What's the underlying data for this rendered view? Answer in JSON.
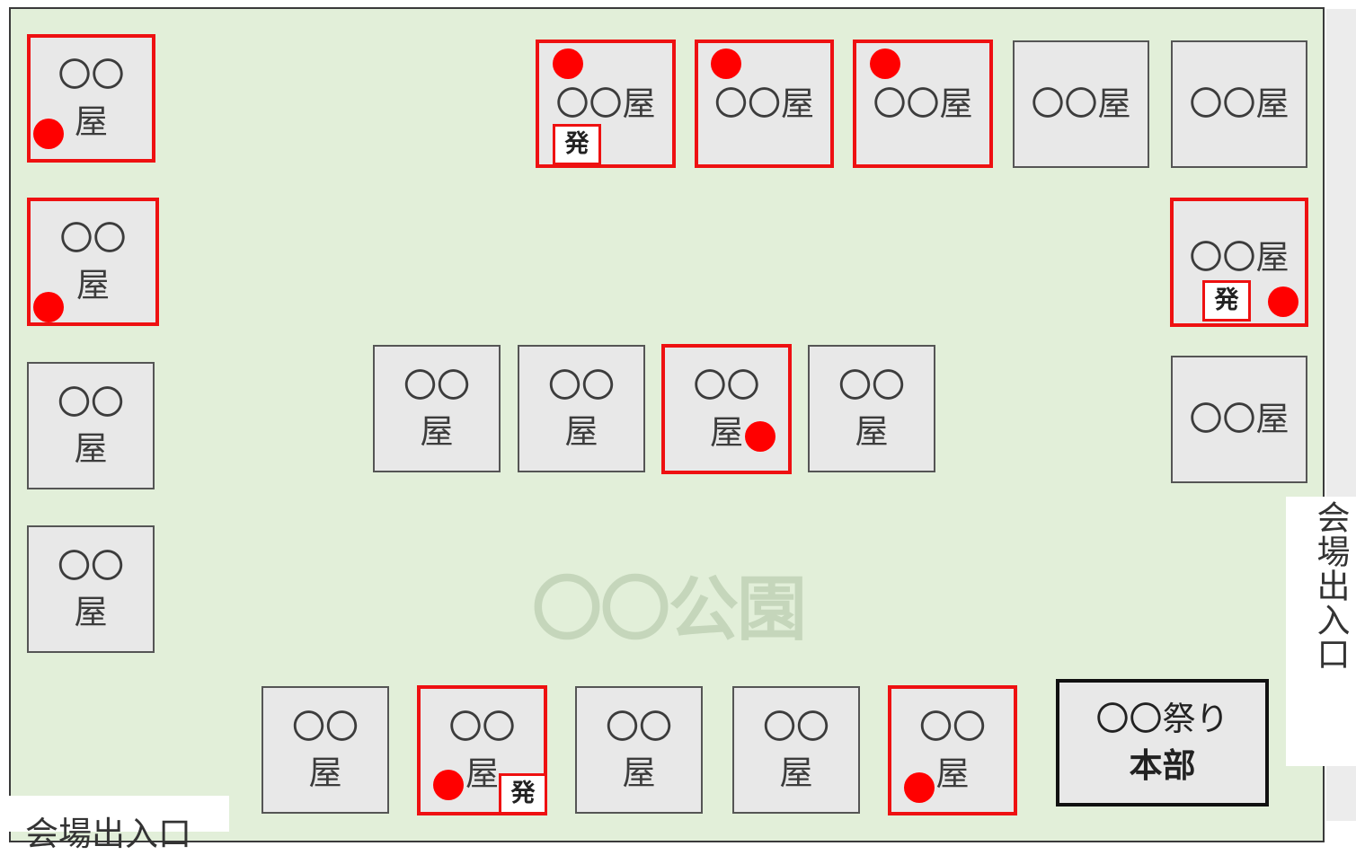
{
  "booths": [
    {
      "label1": "〇〇",
      "label2": "屋"
    },
    {
      "label1": "〇〇",
      "label2": "屋"
    },
    {
      "label1": "〇〇",
      "label2": "屋"
    },
    {
      "label1": "〇〇",
      "label2": "屋"
    },
    {
      "label1": "〇〇屋"
    },
    {
      "label1": "〇〇屋"
    },
    {
      "label1": "〇〇屋"
    },
    {
      "label1": "〇〇屋"
    },
    {
      "label1": "〇〇屋"
    },
    {
      "label1": "〇〇屋"
    },
    {
      "label1": "〇〇屋"
    },
    {
      "label1": "〇〇",
      "label2": "屋"
    },
    {
      "label1": "〇〇",
      "label2": "屋"
    },
    {
      "label1": "〇〇",
      "label2": "屋"
    },
    {
      "label1": "〇〇",
      "label2": "屋"
    },
    {
      "label1": "〇〇",
      "label2": "屋"
    },
    {
      "label1": "〇〇",
      "label2": "屋"
    },
    {
      "label1": "〇〇",
      "label2": "屋"
    },
    {
      "label1": "〇〇",
      "label2": "屋"
    },
    {
      "label1": "〇〇",
      "label2": "屋"
    }
  ],
  "hatsu_label": "発",
  "headquarters": {
    "line1": "〇〇祭り",
    "line2": "本部"
  },
  "park_name": "〇〇公園",
  "entrance_right": "会場出入口",
  "entrance_bottom": "会場出入口",
  "colors": {
    "park": "#e2efd9",
    "booth": "#e8e8e8",
    "highlight": "#ee1111",
    "marker": "#ff0000"
  }
}
